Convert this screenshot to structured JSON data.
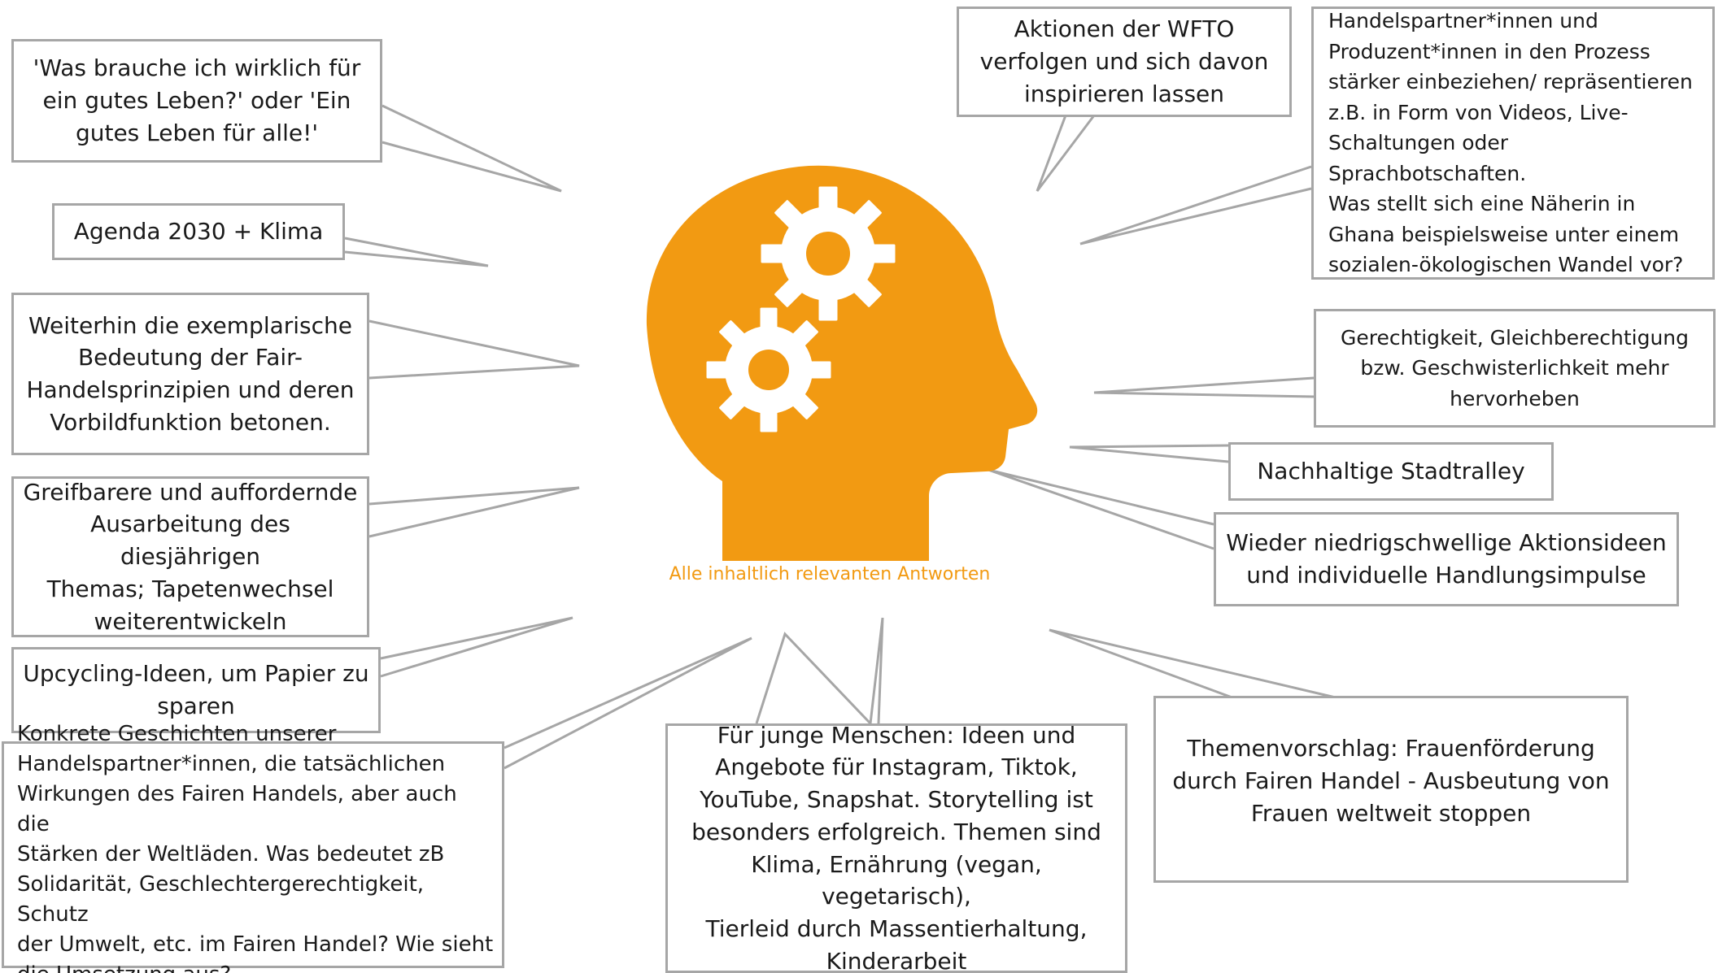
{
  "head": {
    "caption": "Alle inhaltlich relevanten Antworten",
    "color": "#f29a12"
  },
  "icons": [
    "head-icon",
    "gear-icon",
    "gear-icon"
  ],
  "colors": {
    "bubble_border": "#a6a6a6",
    "connector": "#a6a6a6"
  },
  "bubbles": {
    "gutes_leben": "'Was brauche ich wirklich für\nein gutes Leben?' oder 'Ein\ngutes Leben für alle!'",
    "agenda": "Agenda 2030 + Klima",
    "fair_handel_prinzipien": "Weiterhin die exemplarische\nBedeutung der Fair-\nHandelsprinzipien und deren\nVorbildfunktion betonen.",
    "greifbarere": "Greifbarere und auffordernde\nAusarbeitung des diesjährigen\nThemas; Tapetenwechsel\nweiterentwickeln",
    "upcycling": "Upcycling-Ideen, um Papier zu\nsparen",
    "geschichten": "Konkrete Geschichten unserer\nHandelspartner*innen, die tatsächlichen\nWirkungen des Fairen Handels, aber auch die\nStärken der Weltläden. Was bedeutet zB\nSolidarität, Geschlechtergerechtigkeit, Schutz\nder Umwelt, etc. im Fairen Handel? Wie sieht\ndie Umsetzung aus?",
    "junge_menschen": "Für junge Menschen: Ideen und\nAngebote für Instagram, Tiktok,\nYouTube, Snapshat. Storytelling ist\nbesonders erfolgreich. Themen sind\nKlima, Ernährung (vegan, vegetarisch),\nTierleid durch Massentierhaltung,\nKinderarbeit",
    "wfto": "Aktionen der WFTO\nverfolgen und sich davon\ninspirieren lassen",
    "handelspartner": "Handelspartner*innen und\nProduzent*innen in den Prozess\nstärker einbeziehen/ repräsentieren\nz.B. in Form von Videos, Live-\nSchaltungen oder Sprachbotschaften.\nWas stellt sich eine Näherin in\nGhana beispielsweise unter einem\nsozialen-ökologischen Wandel vor?",
    "gerechtigkeit": "Gerechtigkeit, Gleichberechtigung\nbzw. Geschwisterlichkeit mehr\nhervorheben",
    "stadtralley": "Nachhaltige Stadtralley",
    "niedrigschwellig": "Wieder niedrigschwellige Aktionsideen\nund individuelle Handlungsimpulse",
    "frauen": "Themenvorschlag: Frauenförderung\ndurch Fairen Handel - Ausbeutung von\nFrauen weltweit stoppen"
  }
}
